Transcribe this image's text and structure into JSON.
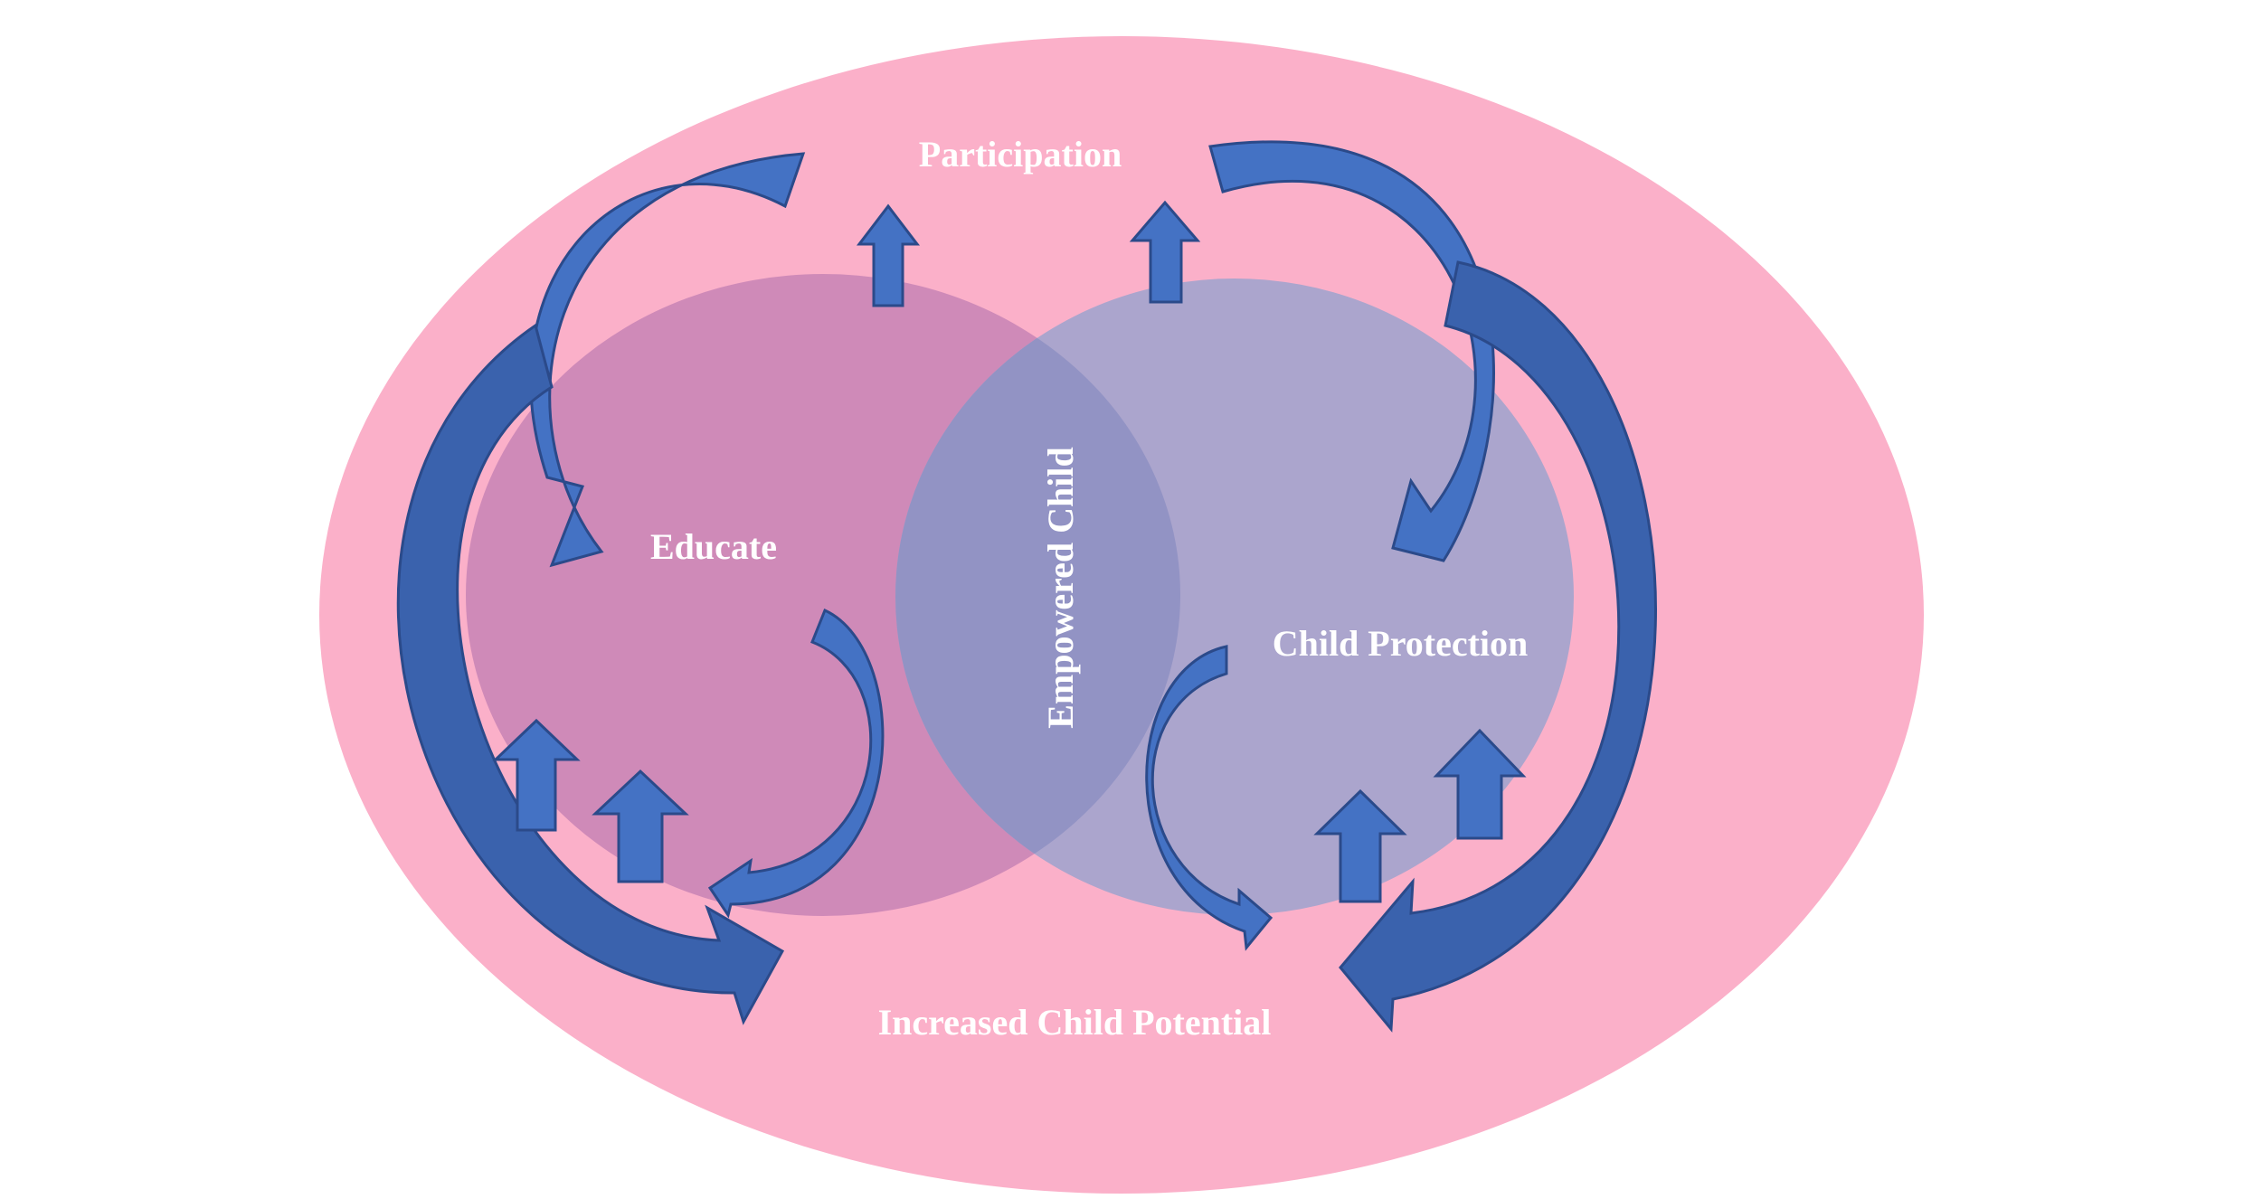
{
  "labels": {
    "participation": "Participation",
    "educate": "Educate",
    "empowered_child": "Empowered Child",
    "child_protection": "Child Protection",
    "increased_child_potential": "Increased Child Potential"
  },
  "colors": {
    "background": "#ffffff",
    "outer_ellipse": "#fbb0c9",
    "educate_circle": "#c97cb4",
    "protection_circle": "#a09cd0",
    "overlap": "#8e8cc4",
    "arrow_fill": "#4472c4",
    "arrow_fill_dark": "#2f5597",
    "arrow_stroke": "#2b4a8a",
    "text": "#ffffff"
  },
  "icons": {
    "curved_arrow": "curved-arrow-icon",
    "up_arrow": "up-arrow-icon"
  }
}
